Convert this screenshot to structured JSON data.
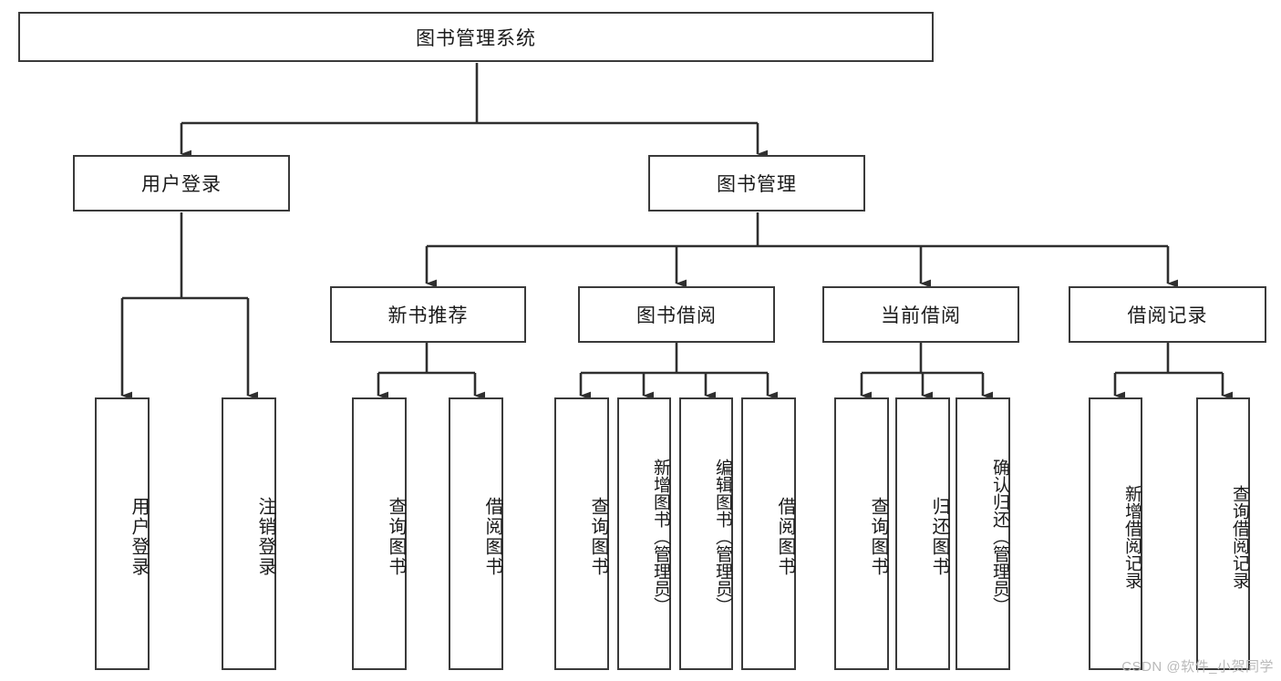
{
  "diagram": {
    "title": "图书管理系统",
    "type": "hierarchy-tree",
    "root": {
      "label": "图书管理系统"
    },
    "level2": [
      {
        "label": "用户登录"
      },
      {
        "label": "图书管理"
      }
    ],
    "level3": [
      {
        "label": "新书推荐"
      },
      {
        "label": "图书借阅"
      },
      {
        "label": "当前借阅"
      },
      {
        "label": "借阅记录"
      }
    ],
    "leaves": {
      "user_login": [
        {
          "label": "用户登录"
        },
        {
          "label": "注销登录"
        }
      ],
      "new_book_recommend": [
        {
          "label": "查询图书"
        },
        {
          "label": "借阅图书"
        }
      ],
      "book_borrow": [
        {
          "label": "查询图书"
        },
        {
          "label": "新增图书（管理员）"
        },
        {
          "label": "编辑图书（管理员）"
        },
        {
          "label": "借阅图书"
        }
      ],
      "current_borrow": [
        {
          "label": "查询图书"
        },
        {
          "label": "归还图书"
        },
        {
          "label": "确认归还（管理员）"
        }
      ],
      "borrow_record": [
        {
          "label": "新增借阅记录"
        },
        {
          "label": "查询借阅记录"
        }
      ]
    }
  },
  "watermark": {
    "text": "CSDN @软件_小贺同学"
  },
  "colors": {
    "box_border": "#3a3a3a",
    "box_fill": "#ffffff",
    "text": "#1a1a1a",
    "watermark": "#b9b9b9",
    "background": "#ffffff"
  }
}
